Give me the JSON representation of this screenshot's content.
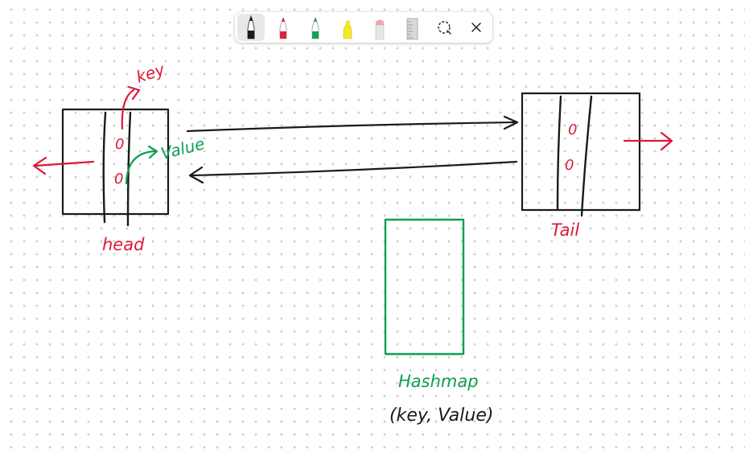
{
  "toolbar": {
    "tools": [
      {
        "name": "black-pen",
        "color": "#111111",
        "selected": true
      },
      {
        "name": "red-pen",
        "color": "#d9263a",
        "selected": false
      },
      {
        "name": "green-pen",
        "color": "#16a05a",
        "selected": false
      },
      {
        "name": "yellow-highlighter",
        "color": "#f3e82a",
        "selected": false
      },
      {
        "name": "eraser",
        "color": "#f2a3ad",
        "selected": false
      },
      {
        "name": "ruler",
        "color": "#9a9a9a",
        "selected": false
      },
      {
        "name": "lasso-select",
        "icon": "lasso-icon"
      },
      {
        "name": "close",
        "icon": "close-icon"
      }
    ]
  },
  "canvas": {
    "colors": {
      "ink_black": "#1a1a1a",
      "ink_red": "#e0163a",
      "ink_green": "#0e9e55"
    },
    "head_node": {
      "label": "head",
      "key_value": "0",
      "value_value": "0",
      "key_annotation": "key",
      "value_annotation": "Value"
    },
    "tail_node": {
      "label": "Tail",
      "key_value": "0",
      "value_value": "0"
    },
    "hashmap": {
      "label": "Hashmap",
      "caption": "(key, Value)"
    }
  }
}
